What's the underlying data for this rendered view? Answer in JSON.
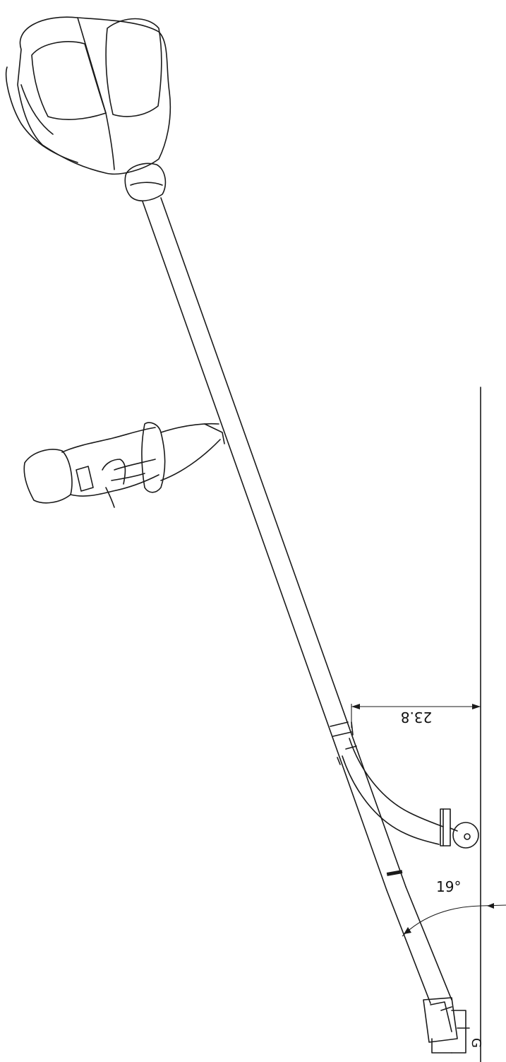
{
  "diagram": {
    "dimension_label": "23.8",
    "angle_label": "19°",
    "corner_mark": "G"
  },
  "colors": {
    "line": "#1a1a1a",
    "background": "#ffffff"
  }
}
